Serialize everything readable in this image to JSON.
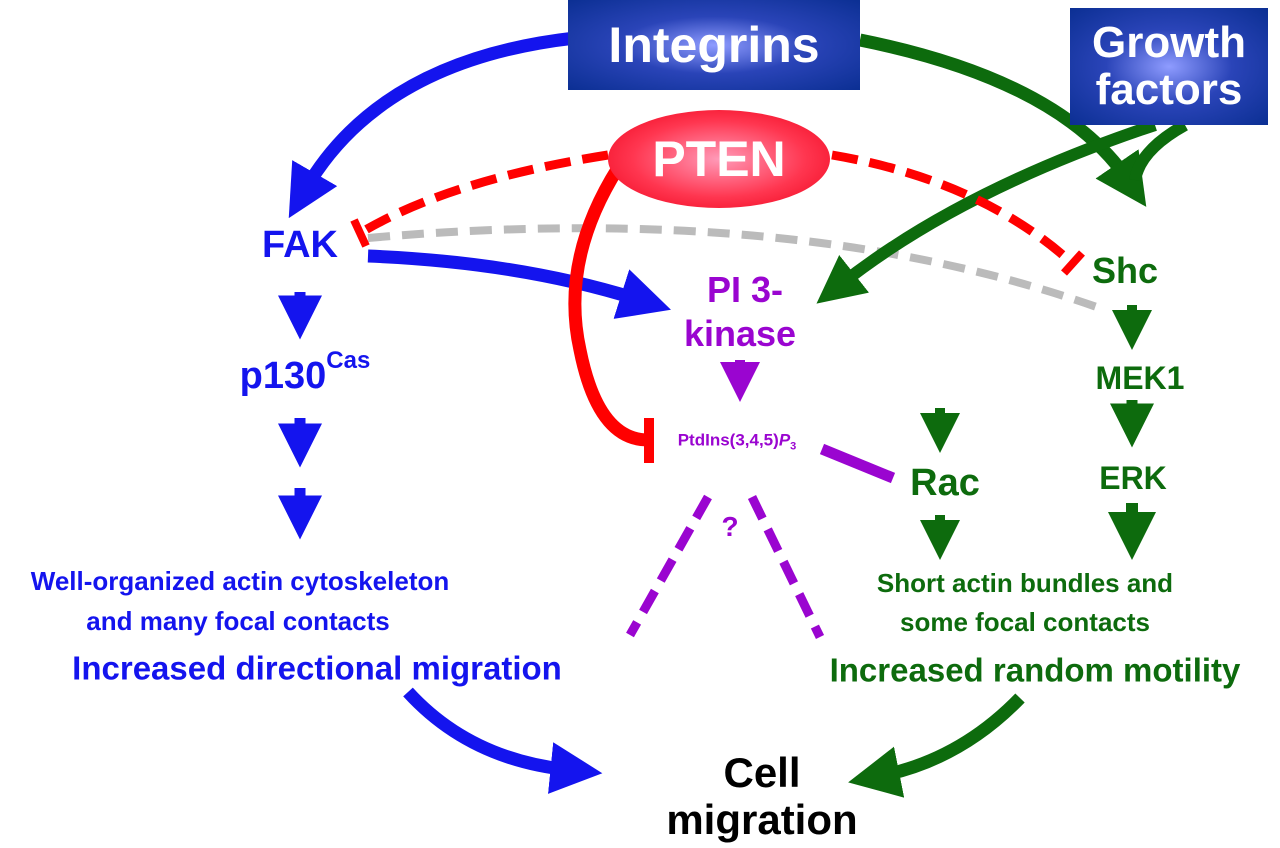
{
  "nodes": {
    "integrins": "Integrins",
    "growth_factors_line1": "Growth",
    "growth_factors_line2": "factors",
    "pten": "PTEN",
    "fak": "FAK",
    "p130": "p130",
    "p130_sup": "Cas",
    "pi3k_line1": "PI 3-",
    "pi3k_line2": "kinase",
    "ptdins": "PtdIns(3,4,5)",
    "ptdins_p": "P",
    "ptdins_sub": "3",
    "question": "?",
    "rac": "Rac",
    "shc": "Shc",
    "mek1": "MEK1",
    "erk": "ERK",
    "cell_migration_line1": "Cell",
    "cell_migration_line2": "migration"
  },
  "outcomes": {
    "left_line1": "Well-organized actin cytoskeleton",
    "left_line2": "and many focal contacts",
    "left_result": "Increased directional migration",
    "right_line1": "Short actin bundles and",
    "right_line2": "some focal contacts",
    "right_result": "Increased random motility"
  },
  "colors": {
    "blue": "#1414ee",
    "green": "#0d6b0d",
    "purple": "#9a05d0",
    "red": "#ff0000",
    "grey": "#bbbbbb"
  }
}
